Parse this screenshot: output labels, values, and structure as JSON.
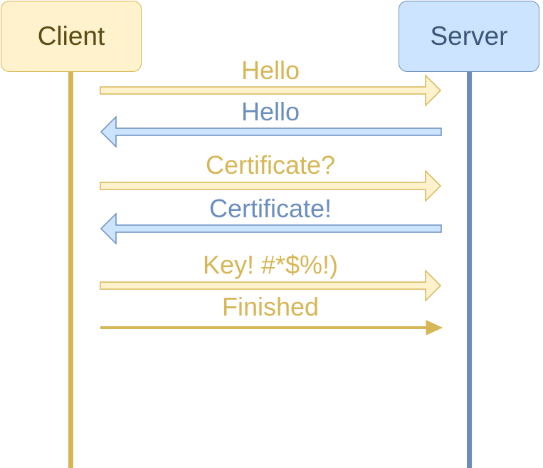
{
  "actors": {
    "client": {
      "label": "Client"
    },
    "server": {
      "label": "Server"
    }
  },
  "colors": {
    "client_stroke": "#d6b656",
    "client_fill": "#fff2cc",
    "server_stroke": "#6c8ebf",
    "server_fill": "#cce4ff"
  },
  "messages": [
    {
      "label": "Hello",
      "from": "client",
      "to": "server",
      "style": "hollow"
    },
    {
      "label": "Hello",
      "from": "server",
      "to": "client",
      "style": "hollow"
    },
    {
      "label": "Certificate?",
      "from": "client",
      "to": "server",
      "style": "hollow"
    },
    {
      "label": "Certificate!",
      "from": "server",
      "to": "client",
      "style": "hollow"
    },
    {
      "label": "Key! #*$%!)",
      "from": "client",
      "to": "server",
      "style": "hollow"
    },
    {
      "label": "Finished",
      "from": "client",
      "to": "server",
      "style": "solid"
    }
  ]
}
